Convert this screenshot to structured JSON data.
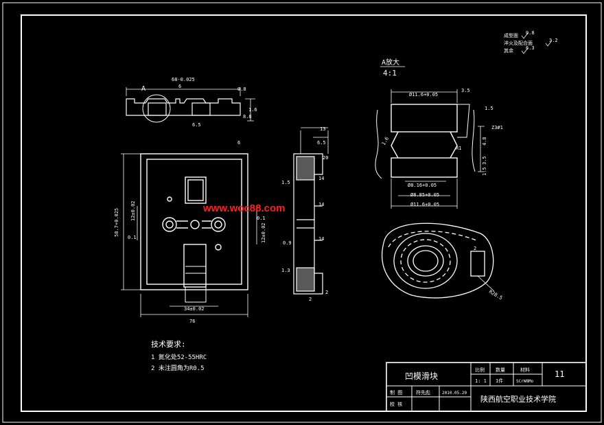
{
  "section_label": "A放大",
  "section_scale": "4:1",
  "roughness_notes": {
    "line1": "成型面",
    "line1_value": "0.8",
    "line2": "淬火及配合面",
    "line2_value": "3.2",
    "line3": "其余",
    "line3_value": "6.3"
  },
  "watermark": "www.woc88.com",
  "tech_requirements": {
    "title": "技术要求:",
    "item1": "1  氮化处52-55HRC",
    "item2": "2  未注圆角为R0.5"
  },
  "title_block": {
    "part_name": "凹模滑块",
    "scale_label": "比例",
    "qty_label": "数量",
    "material_label": "材料",
    "scale_value": "1: 1",
    "qty_value": "1件",
    "material_value": "SCrW8Mo",
    "drawing_no": "11",
    "drawn_label": "制 图",
    "drawn_by": "符先彪",
    "date": "2010.05.20",
    "check_label": "校 核",
    "school": "陕西航空职业技术学院"
  },
  "dims": {
    "top_width": "68-0.025",
    "top_a": "6",
    "top_ra": "0.8",
    "top_h1": "1.6",
    "top_h2": "8.8",
    "top_h3": "6",
    "top_inner": "6.5",
    "top_a_label": "A",
    "front_w": "76",
    "front_w2": "34±0.02",
    "front_h": "58.7+0.025",
    "front_h2": "12±0.02",
    "front_h3": "12±0.02",
    "front_ra1": "0.1",
    "front_ra2": "0.1",
    "side_13": "13",
    "side_65": "6.5",
    "side_15": "1.5",
    "side_20": "20",
    "side_14a": "14",
    "side_14b": "14",
    "side_09": "0.9",
    "side_14c": "14",
    "side_2": "2",
    "side_13b": "1.3",
    "side_2b": "2",
    "det_d1": "Ø11.6+0.05",
    "det_35": "3.5",
    "det_15": "1.5",
    "det_r": "Z3#1",
    "det_d2": "Ø8.16+0.05",
    "det_d3": "Ø8.85+0.05",
    "det_d4": "Ø11.6+0.05",
    "det_h1": "4.8",
    "det_h2": "3.5",
    "det_h3": "1.5",
    "det_a": "R1",
    "det_ang": "1.6",
    "iso_r": "R28.5",
    "iso_2": "2"
  }
}
